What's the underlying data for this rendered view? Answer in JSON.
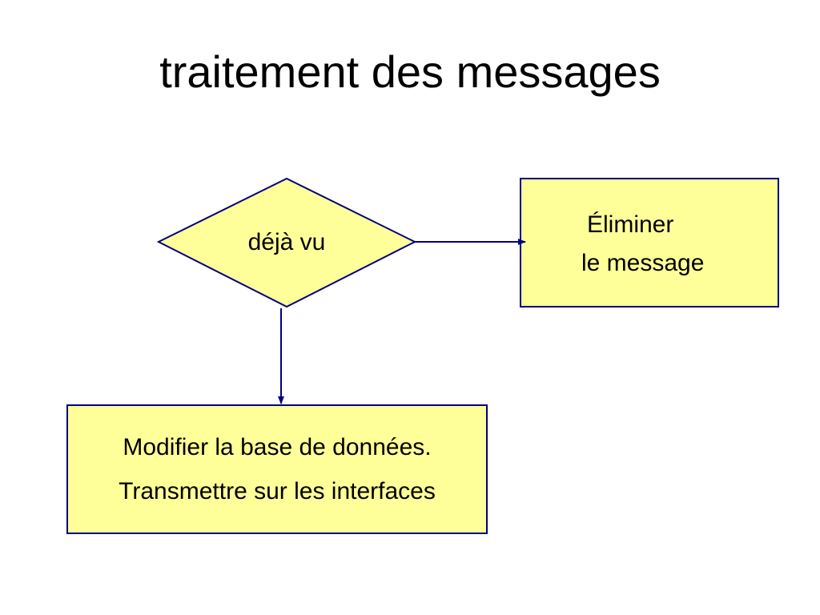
{
  "slide": {
    "title": "traitement des messages"
  },
  "diagram": {
    "decision": {
      "label": "déjà vu"
    },
    "eliminate_box": {
      "line1": "Éliminer",
      "line2": "le message"
    },
    "action_box": {
      "line1": "Modifier la base de données.",
      "line2": "Transmettre sur les interfaces"
    }
  },
  "colors": {
    "shape_fill": "#ffff99",
    "shape_stroke": "#000080",
    "arrow": "#000080",
    "text": "#000000",
    "background": "#ffffff"
  }
}
